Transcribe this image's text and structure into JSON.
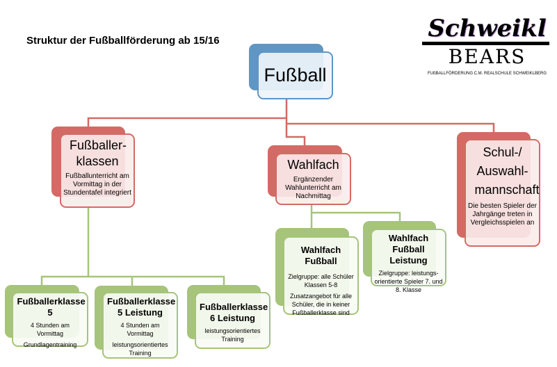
{
  "title": "Struktur der Fußballförderung ab 15/16",
  "logo": {
    "line1": "Schweikl",
    "line2": "BEARS",
    "tagline": "FUßBALLFÖRDERUNG C.M. REALSCHULE SCHWEIKLBERG"
  },
  "colors": {
    "red": "#d46a65",
    "green": "#a6c47a",
    "blue": "#5f96c4"
  },
  "root": {
    "title": "Fußball"
  },
  "level1": [
    {
      "title": "Fußballer-klassen",
      "desc": "Fußballunterricht am Vormittag in der Stundentafel integriert"
    },
    {
      "title": "Wahlfach",
      "desc": "Ergänzender Wahlunterricht am Nachmittag"
    },
    {
      "title": "Schul-/ Auswahl-mannschaft",
      "desc": "Die besten Spieler der Jahrgänge treten in Vergleichsspielen an"
    }
  ],
  "classes": [
    {
      "title": "Fußballerklasse 5",
      "desc1": "4 Stunden am Vormittag",
      "desc2": "Grundlagentraining"
    },
    {
      "title": "Fußballerklasse 5 Leistung",
      "desc1": "4 Stunden am Vormittag",
      "desc2": "leistungsorientiertes Training"
    },
    {
      "title": "Fußballerklasse 6 Leistung",
      "desc1": "leistungsorientiertes Training"
    }
  ],
  "electives": [
    {
      "title": "Wahlfach Fußball",
      "desc1": "Zielgruppe: alle Schüler Klassen 5-8",
      "desc2": "Zusatzangebot für alle Schüler, die in keiner Fußballerklasse sind"
    },
    {
      "title": "Wahlfach Fußball Leistung",
      "desc1": "Zielgruppe: leistungs-orientierte Spieler 7. und 8. Klasse"
    }
  ]
}
